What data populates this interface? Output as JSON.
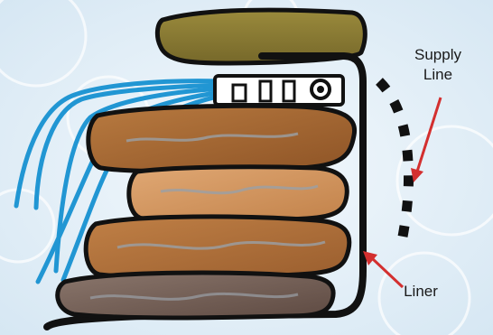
{
  "labels": {
    "supply_line_1": "Supply",
    "supply_line_2": "Line",
    "liner": "Liner"
  },
  "colors": {
    "arrow": "#d32f2f",
    "liner": "#111111",
    "tubing": "#2196d3",
    "top_layer": "#8a7a30",
    "mid_layer_dark": "#a86a36",
    "mid_layer_light": "#d49a66",
    "bottom_layer": "#6e5a52",
    "background_wash": "#dcebf5"
  }
}
